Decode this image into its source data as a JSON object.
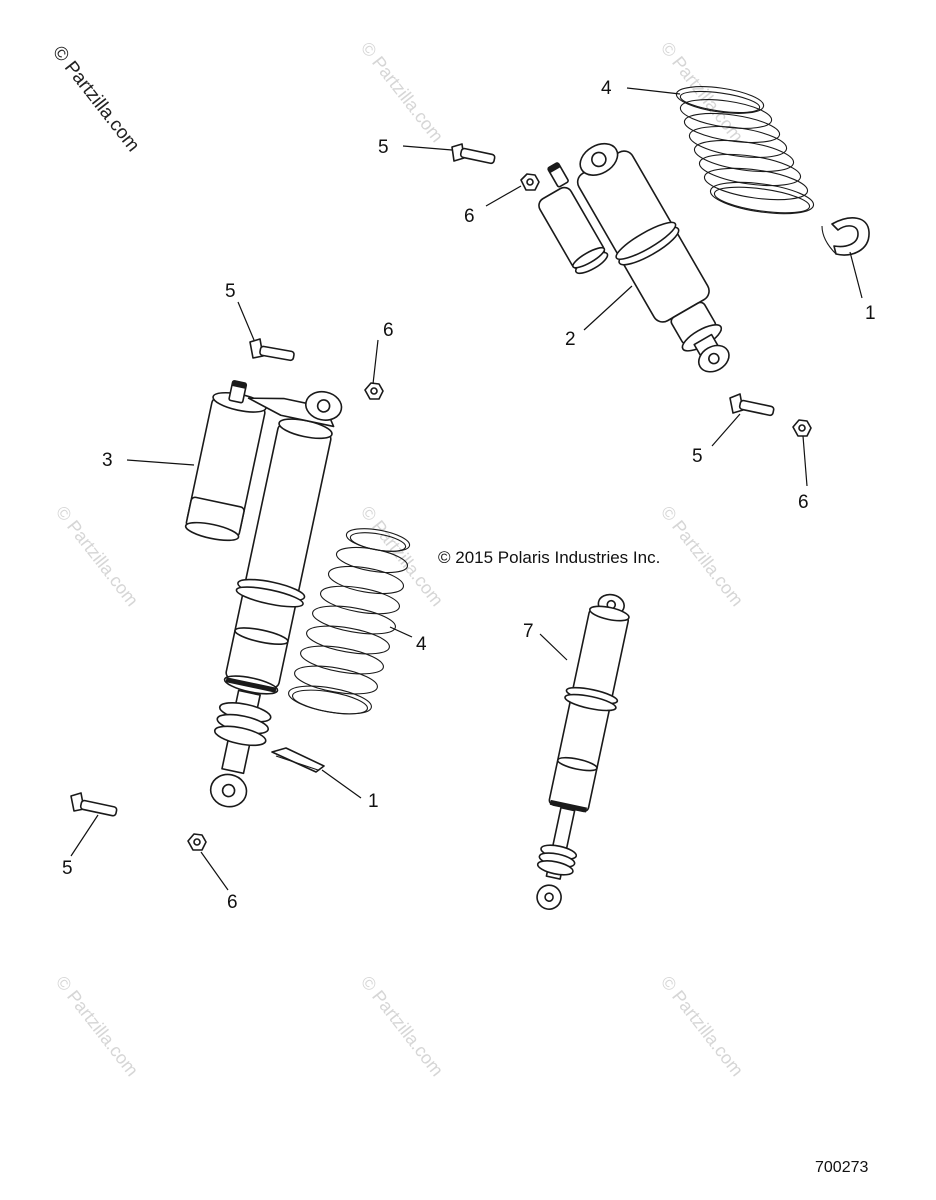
{
  "watermark_main": "© Partzilla.com",
  "watermark_faint": "© Partzilla.com",
  "copyright": "© 2015 Polaris Industries Inc.",
  "document_number": "700273",
  "callouts": [
    {
      "id": "c4-top",
      "text": "4"
    },
    {
      "id": "c5-top",
      "text": "5"
    },
    {
      "id": "c6-top",
      "text": "6"
    },
    {
      "id": "c1-top",
      "text": "1"
    },
    {
      "id": "c2",
      "text": "2"
    },
    {
      "id": "c5-upper-left",
      "text": "5"
    },
    {
      "id": "c6-upper-left",
      "text": "6"
    },
    {
      "id": "c5-right",
      "text": "5"
    },
    {
      "id": "c6-right",
      "text": "6"
    },
    {
      "id": "c3",
      "text": "3"
    },
    {
      "id": "c4-mid",
      "text": "4"
    },
    {
      "id": "c7",
      "text": "7"
    },
    {
      "id": "c1-mid",
      "text": "1"
    },
    {
      "id": "c5-bottom",
      "text": "5"
    },
    {
      "id": "c6-bottom",
      "text": "6"
    }
  ]
}
